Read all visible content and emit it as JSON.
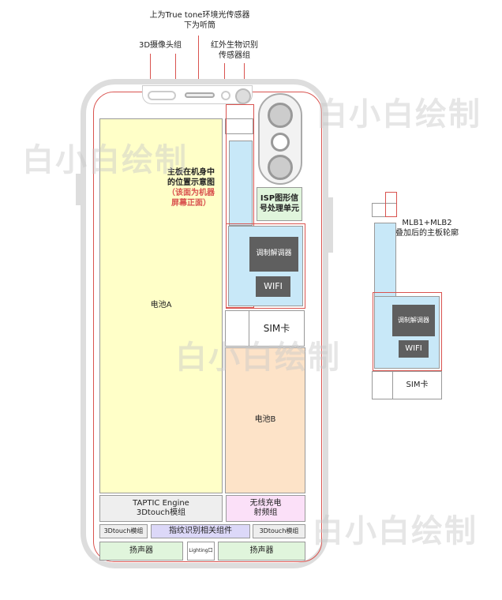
{
  "labels": {
    "truetone_line1": "上为True tone环境光传感器",
    "truetone_line2": "下为听筒",
    "camera3d": "3D摄像头组",
    "ir_line1": "红外生物识别",
    "ir_line2": "传感器组"
  },
  "board_note": {
    "line1": "主板在机身中",
    "line2": "的位置示意图",
    "red1": "（该面为机器",
    "red2": "屏幕正面）"
  },
  "components": {
    "battery_a": "电池A",
    "battery_b": "电池B",
    "isp_1": "ISP图形信",
    "isp_2": "号处理单元",
    "modem": "调制解调器",
    "wifi": "WIFI",
    "sim": "SIM卡",
    "taptic_1": "TAPTIC Engine",
    "taptic_2": "3Dtouch模组",
    "wireless_1": "无线充电",
    "wireless_2": "射频组",
    "touch_left": "3Dtouch模组",
    "fingerprint": "指纹识别相关组件",
    "touch_right": "3Dtouch模组",
    "speaker_left": "扬声器",
    "lightning": "Lighting口",
    "speaker_right": "扬声器"
  },
  "outline": {
    "title_1": "MLB1+MLB2",
    "title_2": "叠加后的主板轮廓",
    "modem": "调制解调器",
    "wifi": "WIFI",
    "sim": "SIM卡"
  },
  "watermark": "白小白绘制",
  "colors": {
    "yellow": "#ffffc8",
    "blue": "#c8e8f8",
    "peach": "#fde3c8",
    "pink": "#fbe0f8",
    "purple": "#dcd8f8",
    "green": "#e0f5dc",
    "red": "#d9534f"
  }
}
